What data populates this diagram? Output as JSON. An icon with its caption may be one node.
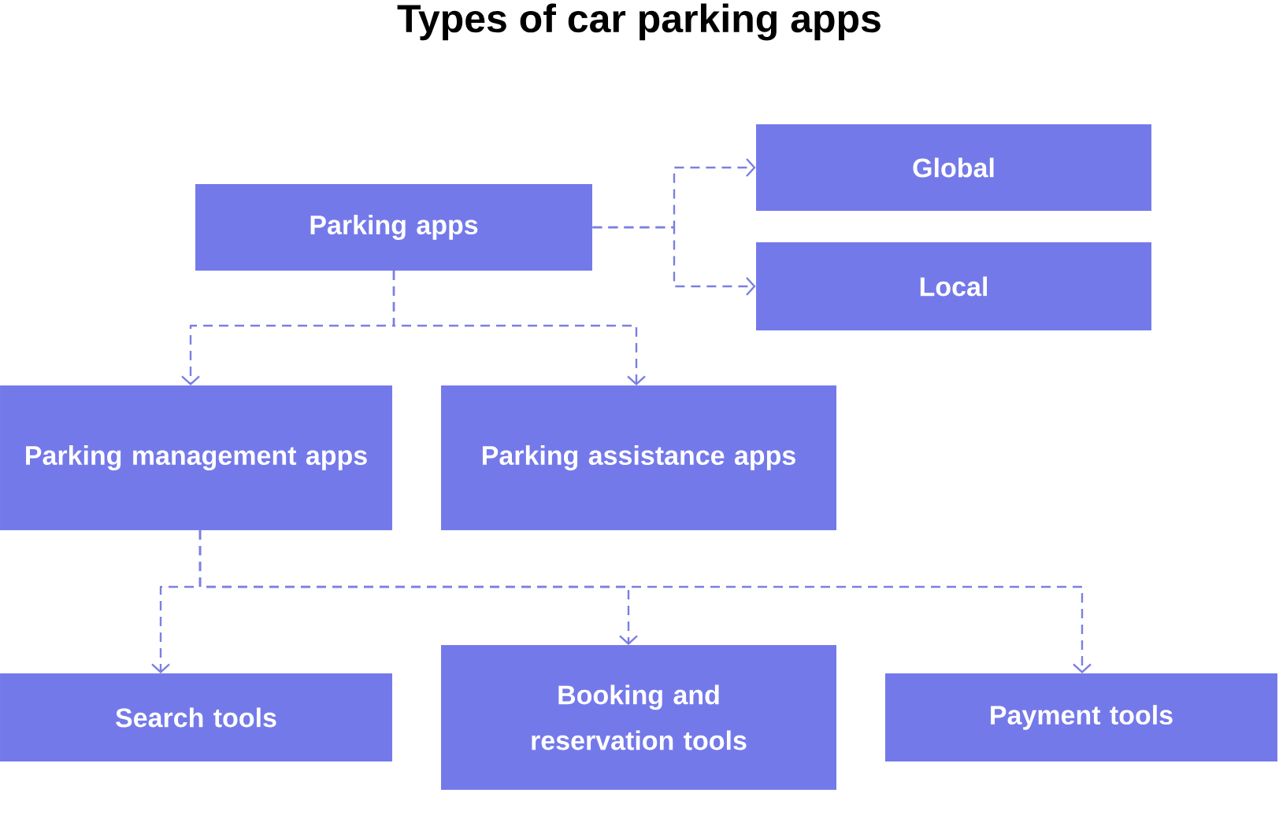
{
  "diagram": {
    "title": "Types of car parking apps",
    "nodes": [
      {
        "text": [
          "Parking apps"
        ]
      },
      {
        "text": [
          "Global"
        ]
      },
      {
        "text": [
          "Local"
        ]
      },
      {
        "text": [
          "Parking management apps"
        ]
      },
      {
        "text": [
          "Parking assistance apps"
        ]
      },
      {
        "text": [
          "Search tools"
        ]
      },
      {
        "text": [
          "Booking and reservation tools"
        ]
      },
      {
        "text": [
          "Payment tools"
        ]
      }
    ],
    "edges": [
      {
        "from": 0,
        "to": 1,
        "arrow": "to",
        "style": "dashed"
      },
      {
        "from": 0,
        "to": 2,
        "arrow": "to",
        "style": "dashed"
      },
      {
        "from": 0,
        "to": 3,
        "arrow": "to",
        "style": "dashed"
      },
      {
        "from": 0,
        "to": 4,
        "arrow": "to",
        "style": "dashed"
      },
      {
        "from": 3,
        "to": 5,
        "arrow": "to",
        "style": "dashed"
      },
      {
        "from": 3,
        "to": 6,
        "arrow": "to",
        "style": "dashed"
      },
      {
        "from": 3,
        "to": 7,
        "arrow": "to",
        "style": "dashed"
      }
    ]
  }
}
